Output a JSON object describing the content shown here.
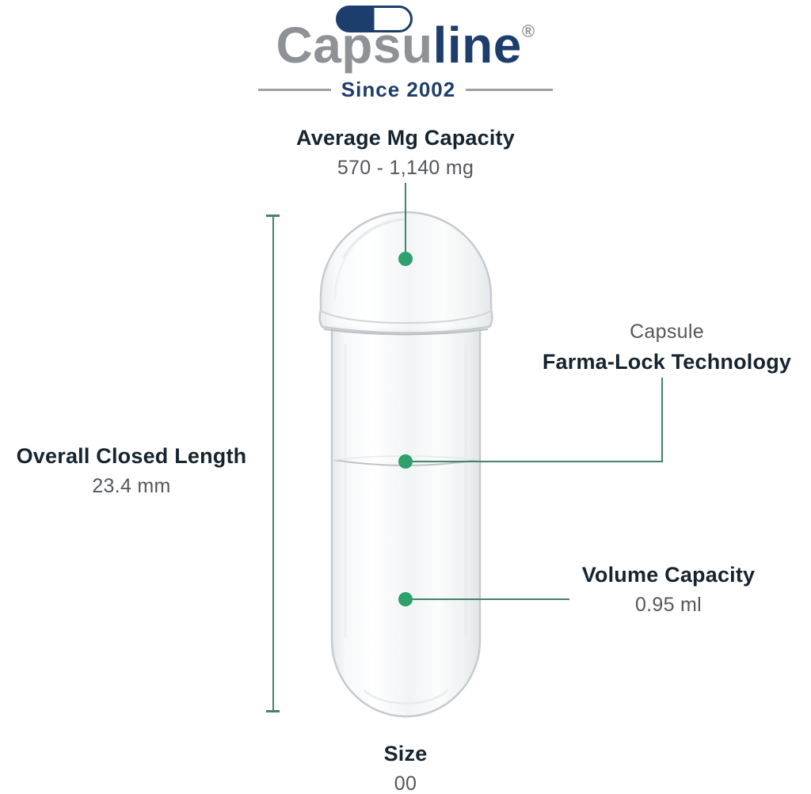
{
  "logo": {
    "brand_part1": "Capsu",
    "brand_part2": "line",
    "registered_mark": "®",
    "tagline": "Since 2002"
  },
  "callouts": {
    "avg_capacity": {
      "title": "Average Mg Capacity",
      "value": "570 - 1,140 mg"
    },
    "farma_lock": {
      "prefix": "Capsule",
      "title": "Farma-Lock Technology"
    },
    "closed_length": {
      "title": "Overall Closed Length",
      "value": "23.4 mm"
    },
    "volume_capacity": {
      "title": "Volume Capacity",
      "value": "0.95 ml"
    },
    "size": {
      "title": "Size",
      "value": "00"
    }
  },
  "colors": {
    "brand_navy": "#1d3e6c",
    "brand_gray": "#8e9195",
    "heading_dark": "#16242f",
    "value_gray": "#54575b",
    "leader_line_green": "#44836a",
    "marker_dot_green": "#2da06b"
  }
}
